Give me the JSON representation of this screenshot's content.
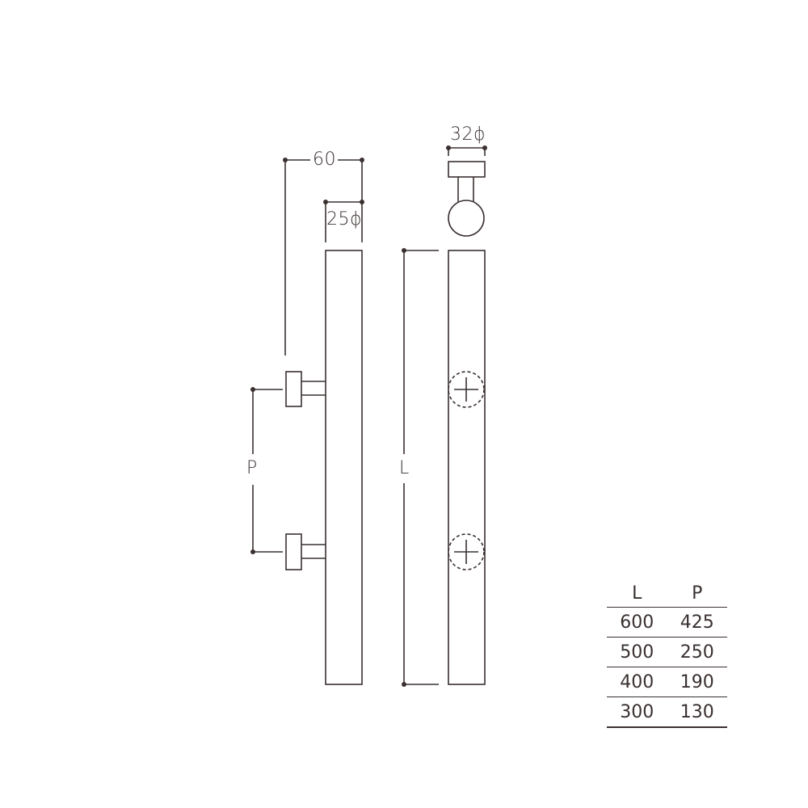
{
  "drawing": {
    "stroke_color": "#3a3030",
    "dimensions": {
      "overall_depth": "60",
      "bar_diameter": "25ϕ",
      "base_diameter": "32ϕ",
      "pitch_label": "P",
      "length_label": "L"
    }
  },
  "size_table": {
    "headers": [
      "L",
      "P"
    ],
    "rows": [
      {
        "L": "600",
        "P": "425"
      },
      {
        "L": "500",
        "P": "250"
      },
      {
        "L": "400",
        "P": "190"
      },
      {
        "L": "300",
        "P": "130"
      }
    ]
  }
}
